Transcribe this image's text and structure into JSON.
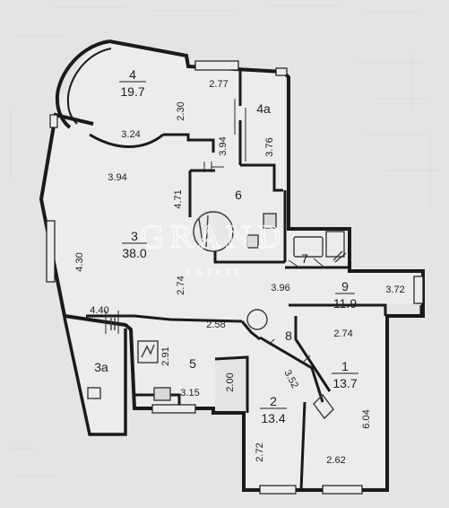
{
  "rooms": [
    {
      "id": "4",
      "number": "4",
      "area": "19.7"
    },
    {
      "id": "4a",
      "number": "4a",
      "area": ""
    },
    {
      "id": "3",
      "number": "3",
      "area": "38.0"
    },
    {
      "id": "6",
      "number": "6",
      "area": ""
    },
    {
      "id": "7",
      "number": "7",
      "area": ""
    },
    {
      "id": "9",
      "number": "9",
      "area": "11.9"
    },
    {
      "id": "3a",
      "number": "3a",
      "area": ""
    },
    {
      "id": "5",
      "number": "5",
      "area": ""
    },
    {
      "id": "8",
      "number": "8",
      "area": ""
    },
    {
      "id": "1",
      "number": "1",
      "area": "13.7"
    },
    {
      "id": "2",
      "number": "2",
      "area": "13.4"
    }
  ],
  "dimensions": [
    "2.77",
    "2.30",
    "3.24",
    "3.94",
    "3.76",
    "3.94",
    "4.71",
    "4.30",
    "2.74",
    "3.96",
    "3.72",
    "4.40",
    "2.58",
    "2.91",
    "2.74",
    "2.00",
    "3.52",
    "3.15",
    "6.04",
    "2.72",
    "2.62"
  ],
  "watermark": {
    "brand": "GRAND",
    "sub": "ESTATE"
  },
  "colors": {
    "paper": "#e4e4e2",
    "wall": "#1a1a1a",
    "floor": "#ececea",
    "fixture": "#3a3a3a"
  }
}
